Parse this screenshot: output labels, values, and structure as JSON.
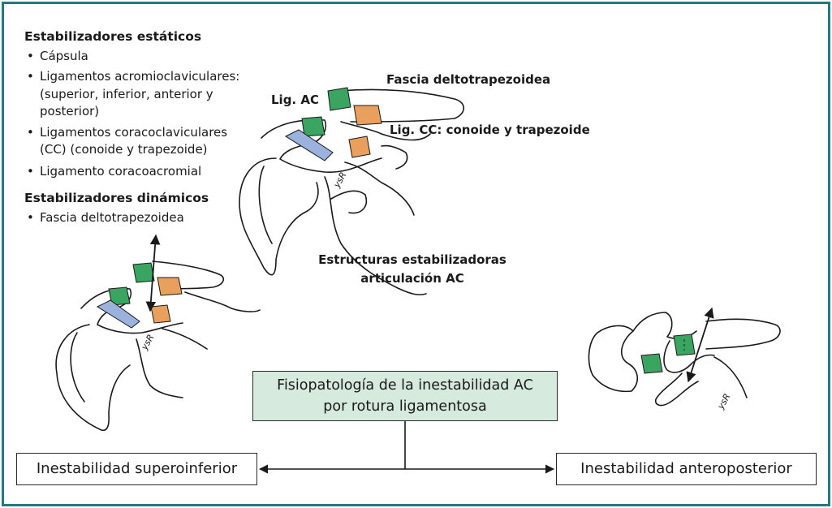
{
  "colors": {
    "frame": "#1f7a82",
    "green_ligament": "#3aa560",
    "orange_ligament": "#e8a05c",
    "blue_capsule": "#9bb2dc",
    "central_box_fill": "#d6eade"
  },
  "static": {
    "heading": "Estabilizadores estáticos",
    "items": [
      [
        "Cápsula"
      ],
      [
        "Ligamentos acromioclaviculares:",
        "(superior, inferior, anterior y",
        "posterior)"
      ],
      [
        "Ligamentos coracoclaviculares",
        "(CC) (conoide y trapezoide)"
      ],
      [
        "Ligamento coracoacromial"
      ]
    ]
  },
  "dynamic": {
    "heading": "Estabilizadores dinámicos",
    "items": [
      [
        "Fascia deltotrapezoidea"
      ]
    ]
  },
  "bullet_char": "•",
  "labels": {
    "fascia": "Fascia deltotrapezoidea",
    "lig_ac": "Lig. AC",
    "lig_cc": "Lig. CC: conoide y trapezoide",
    "estructuras_line1": "Estructuras estabilizadoras",
    "estructuras_line2": "articulación AC"
  },
  "central_box": {
    "line1": "Fisiopatología de la inestabilidad AC",
    "line2": "por rotura ligamentosa"
  },
  "left_box": "Inestabilidad superoinferior",
  "right_box": "Inestabilidad anteroposterior",
  "signature": "ysR"
}
